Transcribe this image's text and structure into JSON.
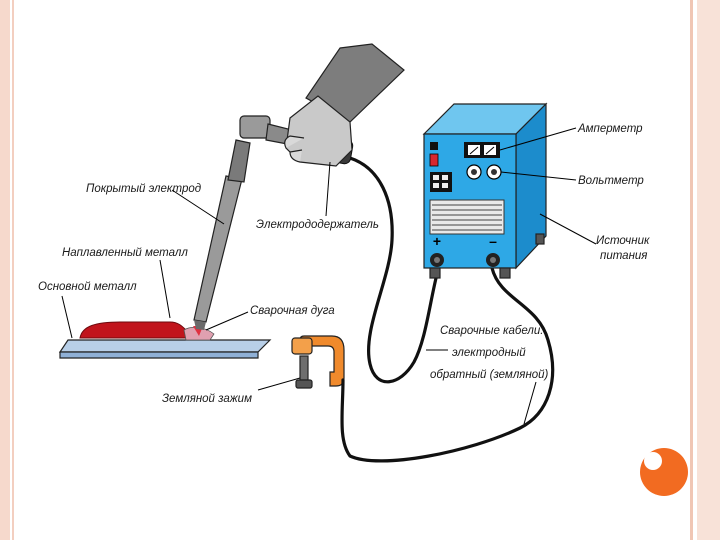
{
  "colors": {
    "border_outer": "#f6d9cc",
    "border_inner": "#f0c6b4",
    "accent_orange": "#f26b21",
    "power_source_blue": "#2ea8e6",
    "weld_metal_red": "#c1141c",
    "clamp_orange": "#f08a2c",
    "glove_gray": "#8c8c8c"
  },
  "labels": {
    "ammeter": "Амперметр",
    "voltmeter": "Вольтметр",
    "power_source": "Источник",
    "power_source_line2": "питания",
    "electrode_holder": "Электрододержатель",
    "coated_electrode": "Покрытый электрод",
    "deposited_metal": "Наплавленный металл",
    "base_metal": "Основной металл",
    "welding_arc": "Сварочная дуга",
    "welding_cables": "Сварочные кабели:",
    "electrode_cable": "электродный",
    "return_cable": "обратный (земляной)",
    "ground_clamp": "Земляной зажим"
  },
  "terminals": {
    "plus": "+",
    "minus": "–"
  }
}
